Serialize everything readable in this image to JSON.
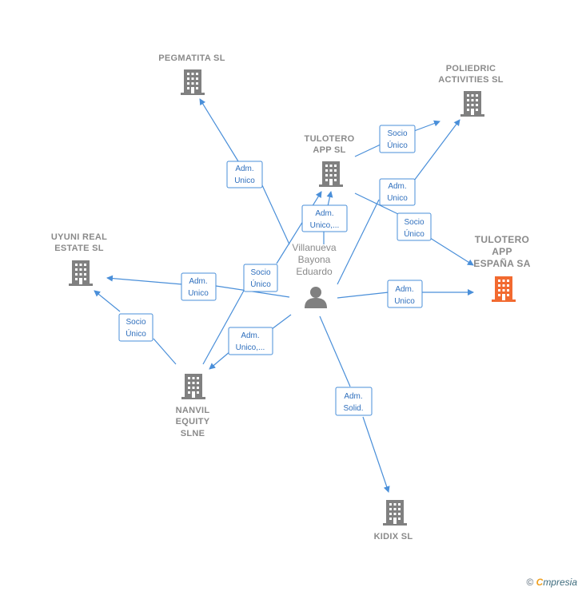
{
  "person": {
    "name_lines": [
      "Villanueva",
      "Bayona",
      "Eduardo"
    ],
    "icon": "person-icon"
  },
  "companies": [
    {
      "id": "pegmatita",
      "lines": [
        "PEGMATITA  SL"
      ],
      "icon": "building-icon",
      "color": "#808080"
    },
    {
      "id": "poliedric",
      "lines": [
        "POLIEDRIC",
        "ACTIVITIES  SL"
      ],
      "icon": "building-icon",
      "color": "#808080"
    },
    {
      "id": "tulotero_app",
      "lines": [
        "TULOTERO",
        "APP  SL"
      ],
      "icon": "building-icon",
      "color": "#808080"
    },
    {
      "id": "tulotero_espana",
      "lines": [
        "TULOTERO",
        "APP",
        "ESPAÑA SA"
      ],
      "icon": "building-icon",
      "color": "#f26a30",
      "main": true
    },
    {
      "id": "uyuni",
      "lines": [
        "UYUNI REAL",
        "ESTATE  SL"
      ],
      "icon": "building-icon",
      "color": "#808080"
    },
    {
      "id": "nanvil",
      "lines": [
        "NANVIL",
        "EQUITY",
        "SLNE"
      ],
      "icon": "building-icon",
      "color": "#808080"
    },
    {
      "id": "kidix",
      "lines": [
        "KIDIX  SL"
      ],
      "icon": "building-icon",
      "color": "#808080"
    }
  ],
  "relations": [
    {
      "id": "r1",
      "lines": [
        "Adm.",
        "Unico"
      ]
    },
    {
      "id": "r2",
      "lines": [
        "Socio",
        "Único"
      ]
    },
    {
      "id": "r3",
      "lines": [
        "Adm.",
        "Unico"
      ]
    },
    {
      "id": "r4",
      "lines": [
        "Adm.",
        "Unico,..."
      ]
    },
    {
      "id": "r5",
      "lines": [
        "Socio",
        "Único"
      ]
    },
    {
      "id": "r6",
      "lines": [
        "Socio",
        "Único"
      ]
    },
    {
      "id": "r7",
      "lines": [
        "Adm.",
        "Unico"
      ]
    },
    {
      "id": "r8",
      "lines": [
        "Adm.",
        "Unico"
      ]
    },
    {
      "id": "r9",
      "lines": [
        "Socio",
        "Único"
      ]
    },
    {
      "id": "r10",
      "lines": [
        "Adm.",
        "Unico,..."
      ]
    },
    {
      "id": "r11",
      "lines": [
        "Adm.",
        "Solid."
      ]
    }
  ],
  "footer": {
    "copyright": "©",
    "brand_first": "C",
    "brand_rest": "mpresia"
  },
  "colors": {
    "edge": "#4a8fd9",
    "building": "#808080",
    "main_building": "#f26a30"
  }
}
